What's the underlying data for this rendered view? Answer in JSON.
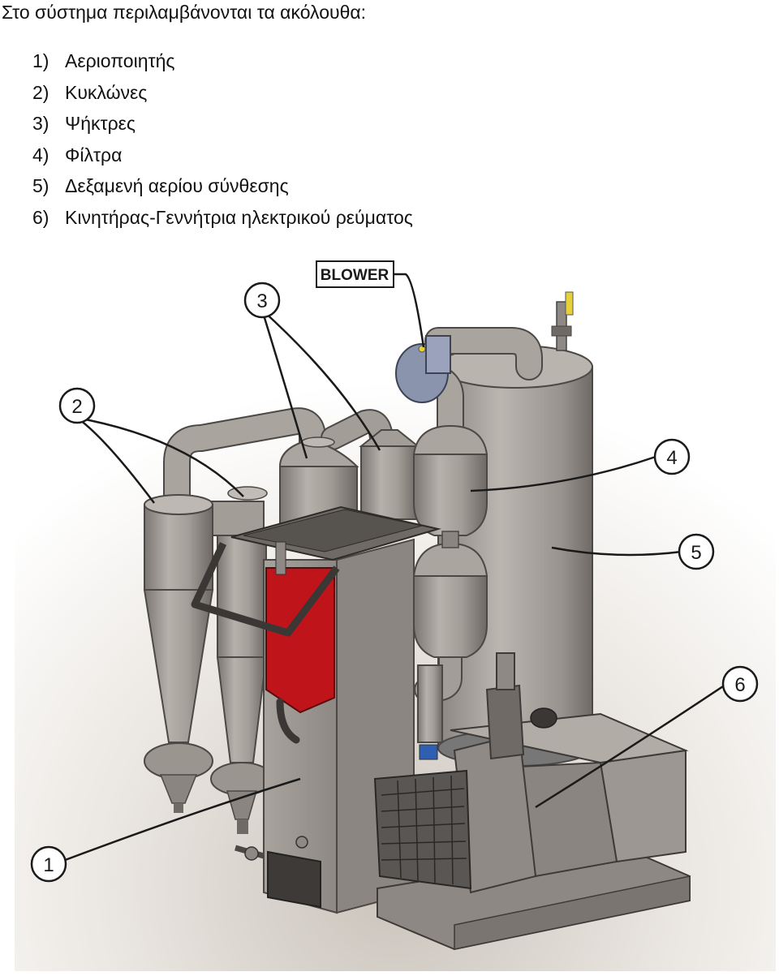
{
  "intro": "Στο σύστημα περιλαμβάνονται τα ακόλουθα:",
  "components": [
    {
      "number": "1)",
      "label": "Αεριοποιητής"
    },
    {
      "number": "2)",
      "label": "Κυκλώνες"
    },
    {
      "number": "3)",
      "label": "Ψήκτρες"
    },
    {
      "number": "4)",
      "label": "Φίλτρα"
    },
    {
      "number": "5)",
      "label": "Δεξαμενή αερίου σύνθεσης"
    },
    {
      "number": "6)",
      "label": "Κινητήρας-Γεννήτρια ηλεκτρικού ρεύματος"
    }
  ],
  "diagram": {
    "blower_label": "BLOWER",
    "callouts": [
      "1",
      "2",
      "3",
      "4",
      "5",
      "6"
    ],
    "colors": {
      "metal": "#9d9893",
      "metal_dark": "#6f6a66",
      "gasifier_red": "#c0141b",
      "accent_yellow": "#e6d13a",
      "accent_blue": "#2e5fb0"
    }
  }
}
